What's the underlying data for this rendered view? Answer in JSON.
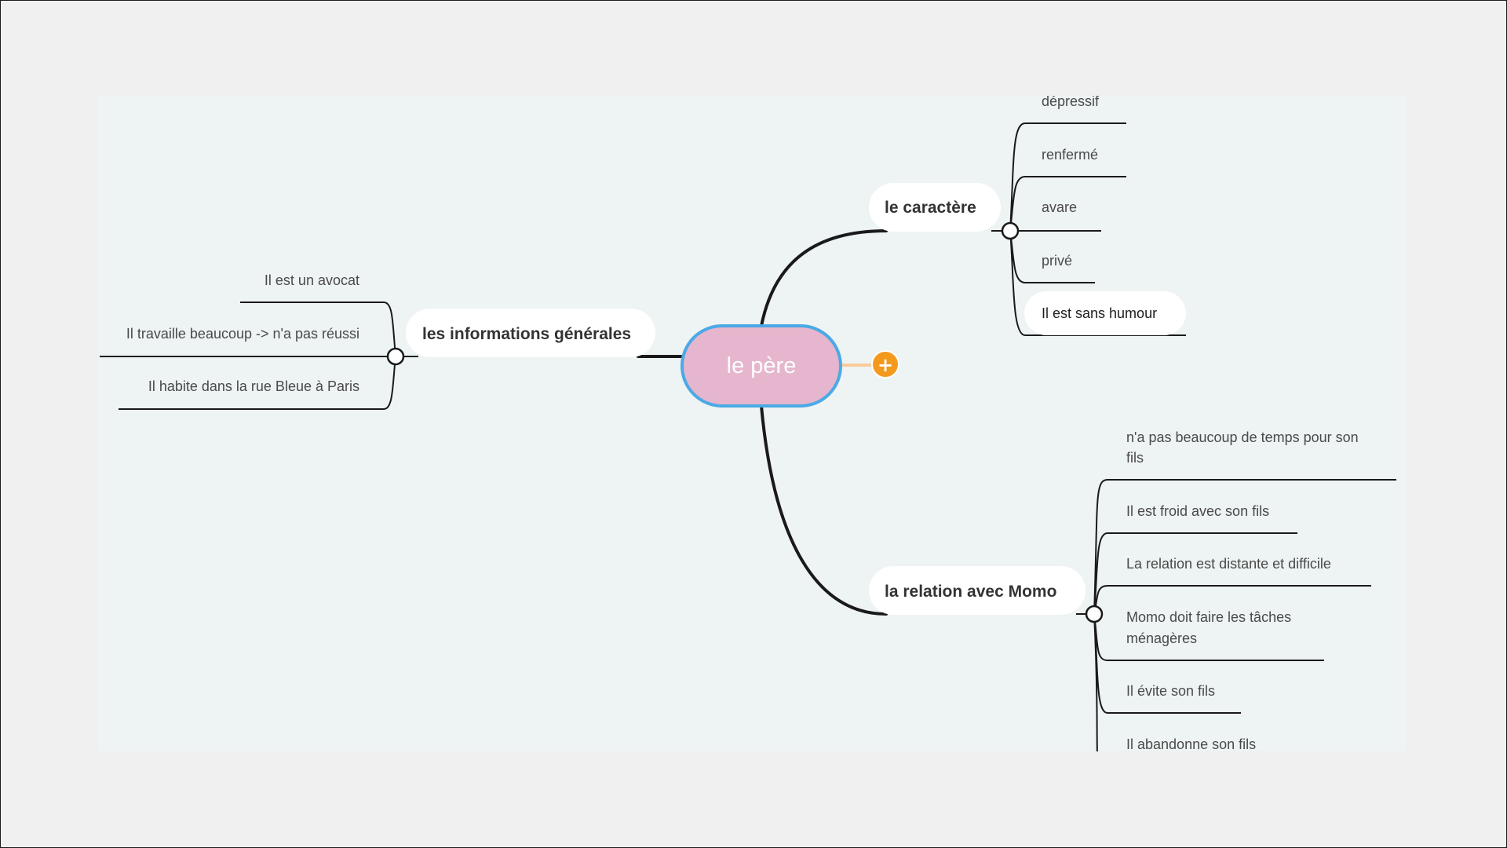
{
  "colors": {
    "root_fill": "#e5b6cd",
    "root_border": "#4ba9e6",
    "root_text": "#ffffff",
    "line": "#1a1a1a",
    "canvas_bg": "#eef3f3",
    "add_button": "#f39a1e",
    "add_connector": "#f7cc99"
  },
  "root": {
    "label": "le père",
    "add_icon": "plus-icon"
  },
  "topics": {
    "informations": {
      "label": "les informations générales",
      "children": [
        "Il est un avocat",
        "Il travaille beaucoup -> n'a pas réussi",
        "Il habite dans la rue Bleue à Paris"
      ]
    },
    "caractere": {
      "label": "le caractère",
      "children": [
        "dépressif",
        "renfermé",
        "avare",
        "privé",
        "Il est sans humour"
      ]
    },
    "relation": {
      "label": "la relation avec Momo",
      "children": [
        "n'a pas beaucoup de temps pour son",
        "fils",
        "Il est froid avec son fils",
        "La relation est distante et difficile",
        "Momo doit faire les tâches",
        "ménagères",
        "Il évite son fils",
        "Il abandonne son fils"
      ]
    }
  }
}
